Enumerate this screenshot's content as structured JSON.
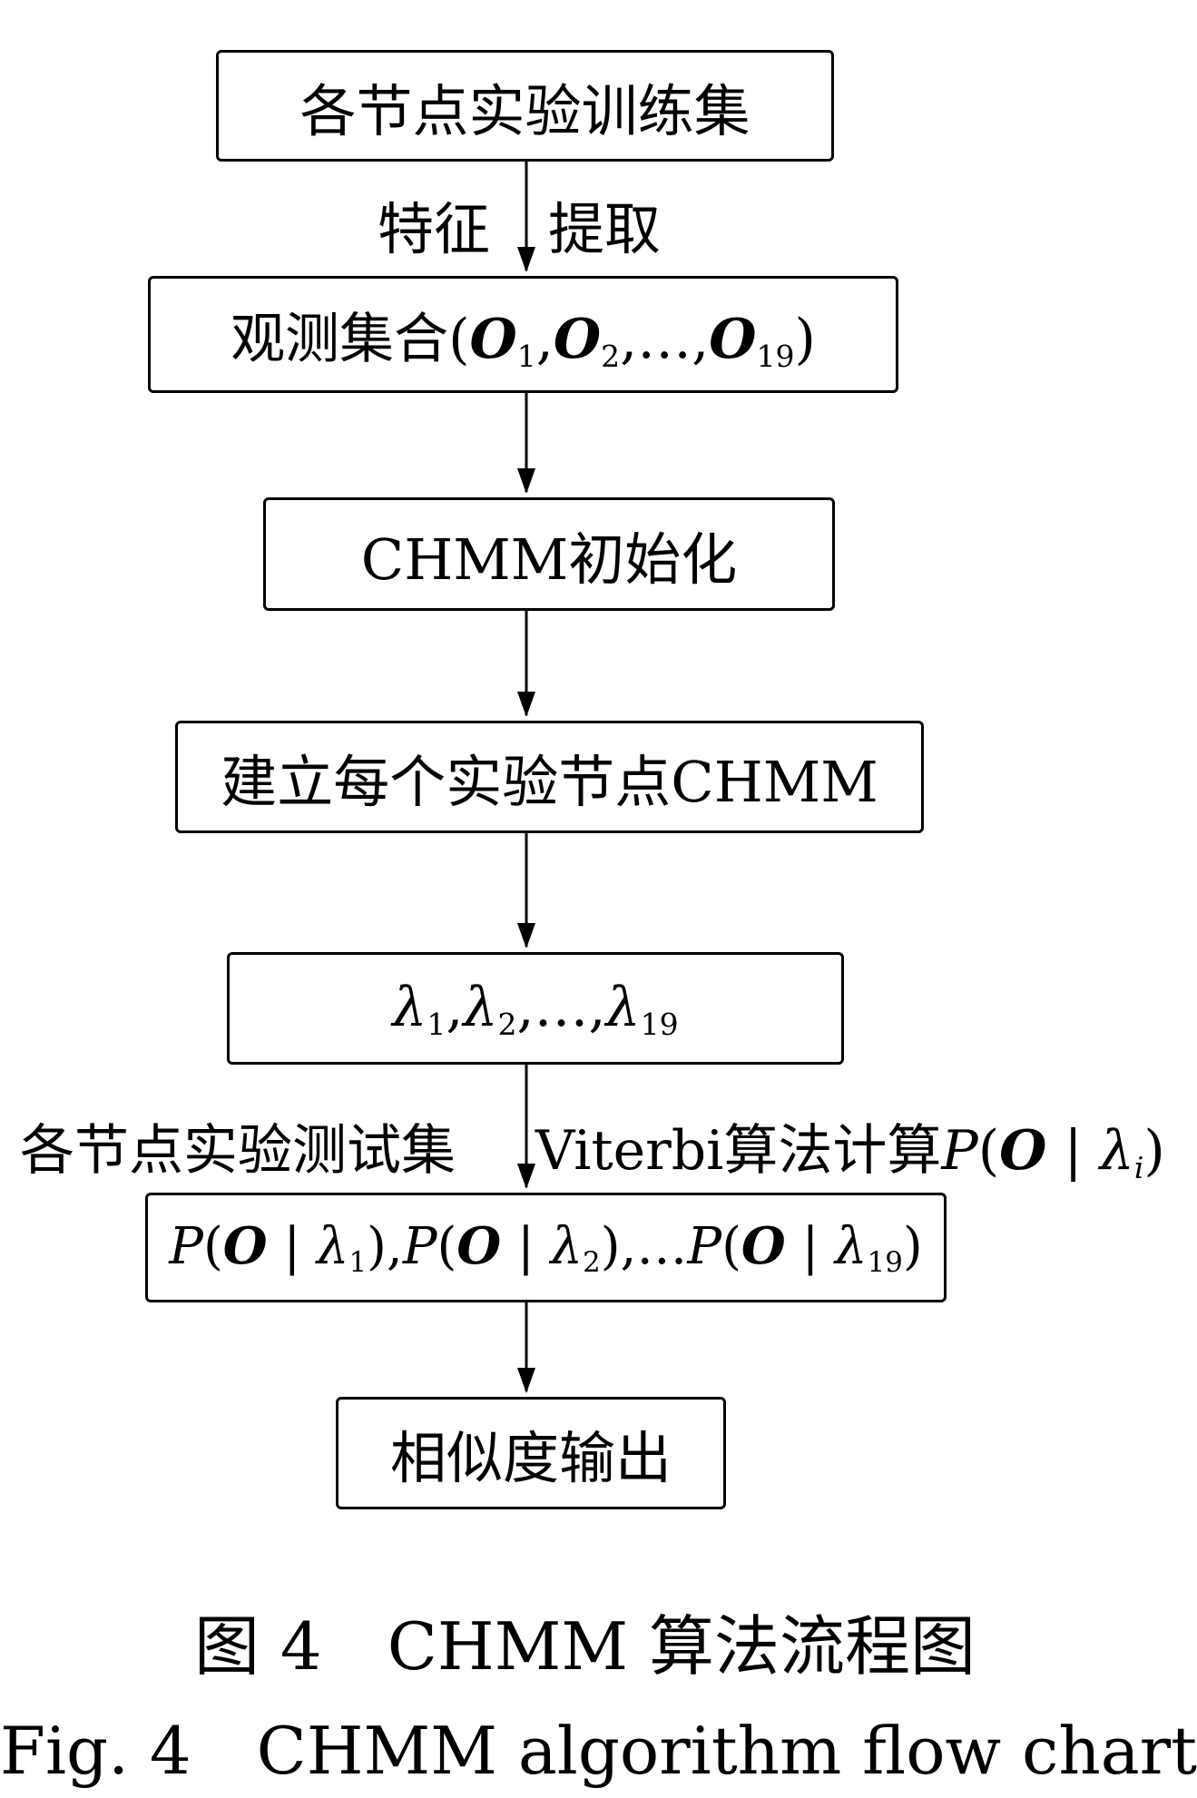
{
  "steps": {
    "train_set": "各节点实验训练集",
    "obs_prefix": "观测集合",
    "init": "CHMM初始化",
    "build": "建立每个实验节点CHMM",
    "similarity": "相似度输出"
  },
  "labels": {
    "feature": "特征",
    "extract": "提取",
    "test_set": "各节点实验测试集",
    "viterbi": "Viterbi算法计算"
  },
  "caption": {
    "cn": "图 4　CHMM 算法流程图",
    "en": "Fig. 4　CHMM algorithm flow chart"
  }
}
